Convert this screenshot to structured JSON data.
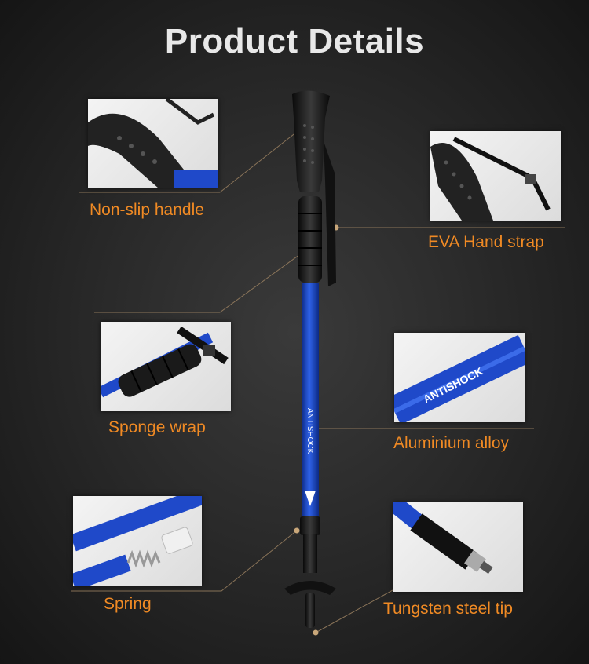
{
  "title": "Product Details",
  "callouts": [
    {
      "id": "non-slip-handle",
      "label": "Non-slip handle"
    },
    {
      "id": "eva-hand-strap",
      "label": "EVA Hand strap"
    },
    {
      "id": "sponge-wrap",
      "label": "Sponge wrap"
    },
    {
      "id": "aluminium-alloy",
      "label": "Aluminium alloy"
    },
    {
      "id": "spring",
      "label": "Spring"
    },
    {
      "id": "tungsten-steel-tip",
      "label": "Tungsten steel tip"
    }
  ],
  "pole_text": {
    "brand": "ANTISHOCK",
    "closeup_brand": "ANTISHOCK"
  },
  "colors": {
    "label": "#f08a24",
    "title": "#e8e8e8",
    "pole_blue": "#1f49c9",
    "grip_black": "#1c1c1c",
    "connector": "#b08a5a"
  }
}
